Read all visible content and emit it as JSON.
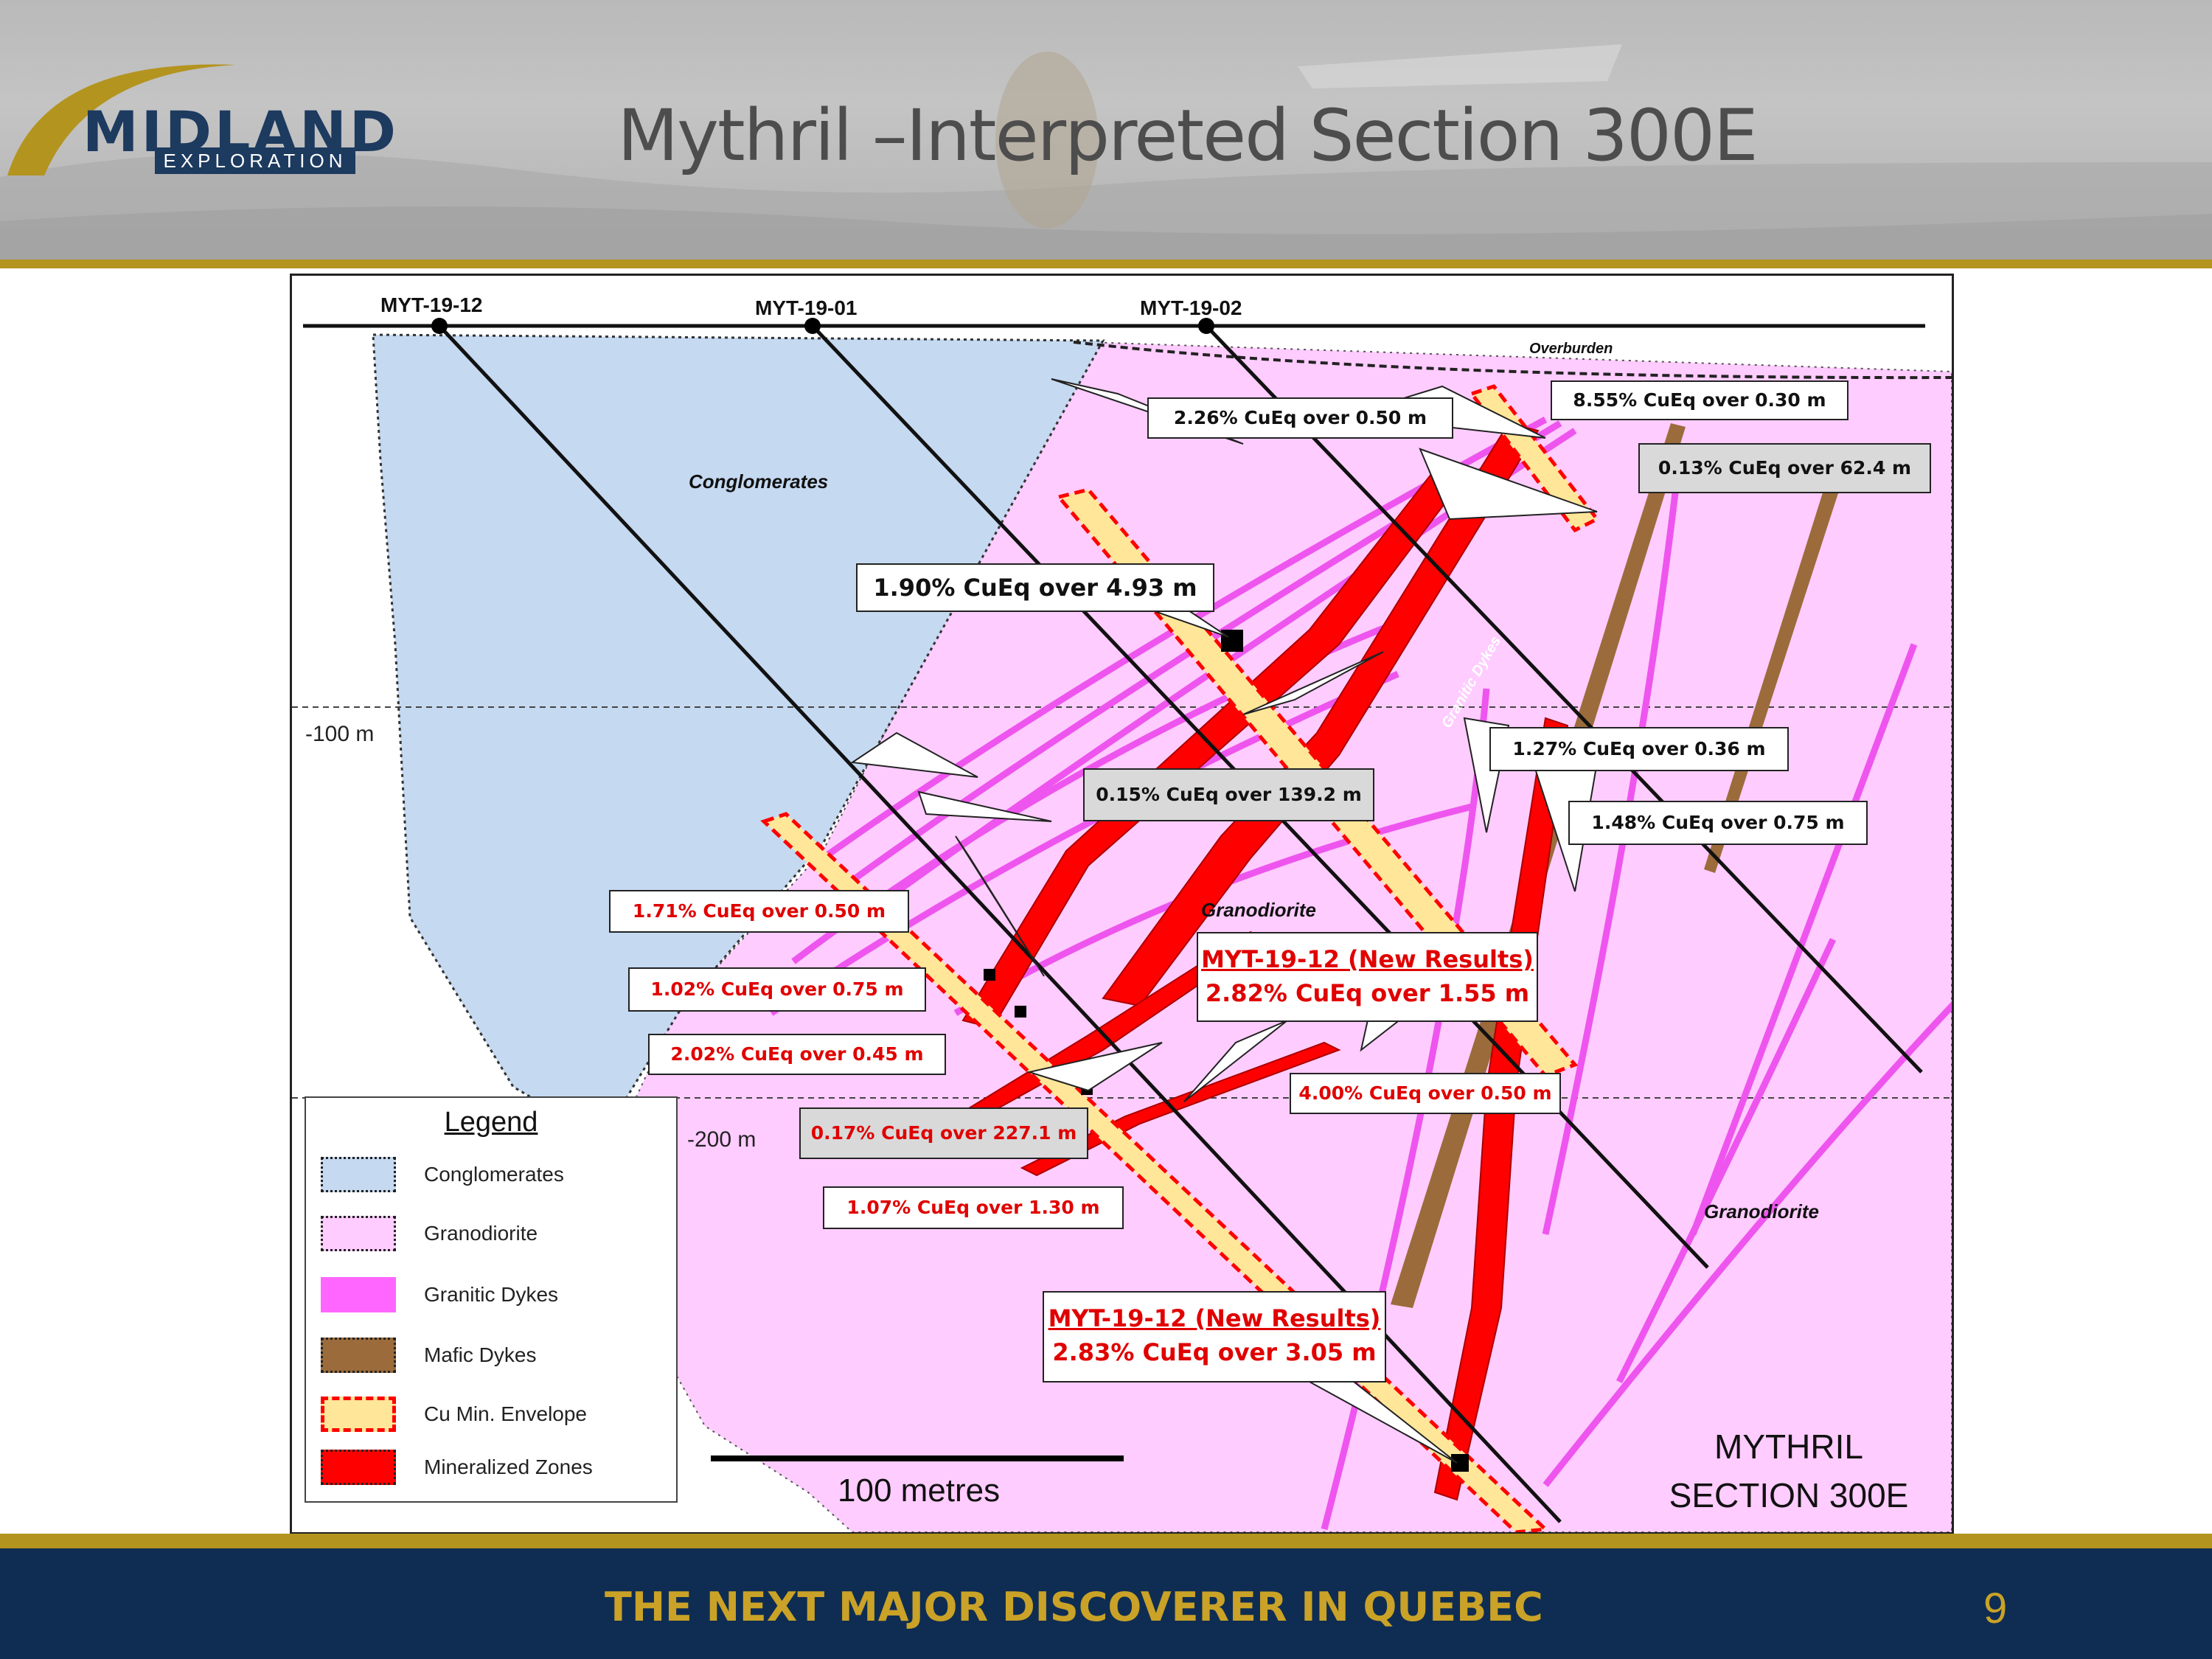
{
  "header": {
    "title": "Mythril –Interpreted Section 300E",
    "logo": {
      "name": "MIDLAND",
      "subtitle": "EXPLORATION"
    }
  },
  "section": {
    "drill_holes": [
      "MYT-19-12",
      "MYT-19-01",
      "MYT-19-02"
    ],
    "labels": {
      "overburden": "Overburden",
      "conglomerates": "Conglomerates",
      "granodiorite_center": "Granodiorite",
      "granodiorite_right": "Granodiorite",
      "granitic_dykes": "Granitic Dykes"
    },
    "depth_labels": [
      "-100 m",
      "-200 m"
    ],
    "callouts": [
      {
        "text": "2.26% CuEq over 0.50 m"
      },
      {
        "text": "8.55% CuEq over 0.30 m"
      },
      {
        "text": "0.13% CuEq over 62.4 m"
      },
      {
        "text": "1.90% CuEq over 4.93 m"
      },
      {
        "text": "0.15% CuEq over 139.2 m"
      },
      {
        "text": "1.27% CuEq over 0.36 m"
      },
      {
        "text": "1.48% CuEq over 0.75 m"
      },
      {
        "text": "1.71% CuEq over 0.50 m"
      },
      {
        "text": "1.02% CuEq over 0.75 m"
      },
      {
        "text": "2.02% CuEq over 0.45 m"
      },
      {
        "text": "0.17% CuEq over 227.1 m"
      },
      {
        "text": "1.07% CuEq over 1.30 m"
      },
      {
        "text": "4.00% CuEq over 0.50 m"
      }
    ],
    "new_results": [
      {
        "title": "MYT-19-12 (New Results)",
        "value": "2.82% CuEq over 1.55 m"
      },
      {
        "title": "MYT-19-12 (New Results)",
        "value": "2.83% CuEq over 3.05 m"
      }
    ],
    "legend": {
      "title": "Legend",
      "items": [
        {
          "label": "Conglomerates",
          "color": "#c5d9f1"
        },
        {
          "label": "Granodiorite",
          "color": "#ffccff"
        },
        {
          "label": "Granitic Dykes",
          "color": "#ff66ff"
        },
        {
          "label": "Mafic Dykes",
          "color": "#9b6b3b"
        },
        {
          "label": "Cu Min. Envelope",
          "color": "#ffe699"
        },
        {
          "label": "Mineralized Zones",
          "color": "#ff0000"
        }
      ]
    },
    "scale": "100 metres",
    "section_name_line1": "MYTHRIL",
    "section_name_line2": "SECTION 300E"
  },
  "footer": {
    "tagline": "THE NEXT MAJOR DISCOVERER IN QUEBEC",
    "page": "9"
  }
}
